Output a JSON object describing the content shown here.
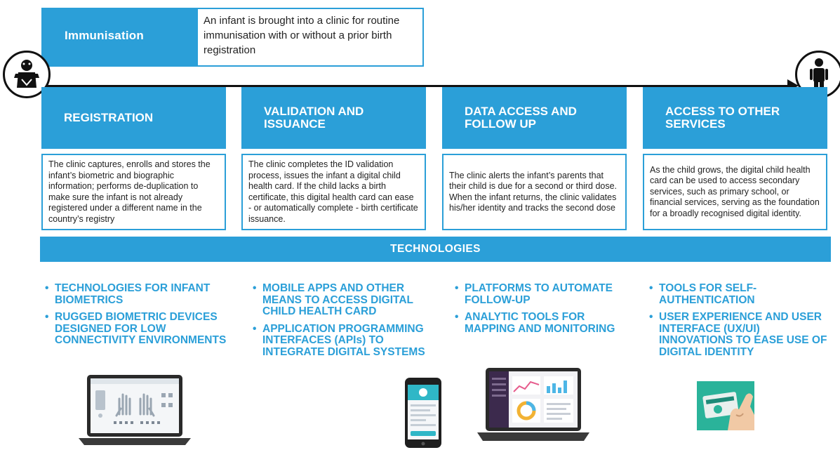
{
  "header": {
    "title": "Immunisation",
    "description": "An infant is brought into a clinic for routine immunisation with or without a prior birth registration"
  },
  "icons": {
    "start": "baby-icon",
    "end": "child-icon",
    "col1": "laptop-biometrics-icon",
    "col2": "mobile-phone-icon",
    "col3": "laptop-dashboard-icon",
    "col4": "card-hand-icon"
  },
  "phases": [
    {
      "title_line1": "REGISTRATION",
      "title_line2": "",
      "description": "The clinic captures, enrolls and stores the infant’s biometric and biographic information; performs de-duplication to make sure the infant is not already registered under a different name in the country’s registry"
    },
    {
      "title_line1": "VALIDATION AND",
      "title_line2": "ISSUANCE",
      "description": "The clinic completes the ID validation process, issues the infant a digital child health card. If the child lacks a birth certificate, this digital health card can ease - or automatically complete - birth certificate issuance."
    },
    {
      "title_line1": "DATA ACCESS AND",
      "title_line2": "FOLLOW UP",
      "description": "The clinic alerts the infant’s parents that their child is due for a second or third dose. When the infant returns, the clinic validates his/her identity and tracks the second dose"
    },
    {
      "title_line1": "ACCESS TO OTHER",
      "title_line2": "SERVICES",
      "description": "As the child grows, the digital child health card can be used to access secondary services, such as primary school, or financial services, serving as the foundation for a broadly recognised digital identity."
    }
  ],
  "technologies": {
    "title": "TECHNOLOGIES",
    "columns": [
      {
        "items": [
          "TECHNOLOGIES FOR INFANT BIOMETRICS",
          "RUGGED BIOMETRIC DEVICES DESIGNED FOR LOW CONNECTIVITY ENVIRONMENTS"
        ]
      },
      {
        "items": [
          "MOBILE APPS AND OTHER MEANS TO ACCESS DIGITAL CHILD HEALTH CARD",
          "APPLICATION PROGRAMMING INTERFACES (APIs) TO INTEGRATE DIGITAL SYSTEMS"
        ]
      },
      {
        "items": [
          "PLATFORMS TO AUTOMATE FOLLOW-UP",
          "ANALYTIC TOOLS FOR MAPPING AND MONITORING"
        ]
      },
      {
        "items": [
          "TOOLS FOR SELF-AUTHENTICATION",
          "USER EXPERIENCE AND USER INTERFACE (UX/UI) INNOVATIONS TO EASE USE OF DIGITAL IDENTITY"
        ]
      }
    ]
  },
  "colors": {
    "accent": "#2b9fd8",
    "text": "#222222",
    "line": "#111111"
  }
}
